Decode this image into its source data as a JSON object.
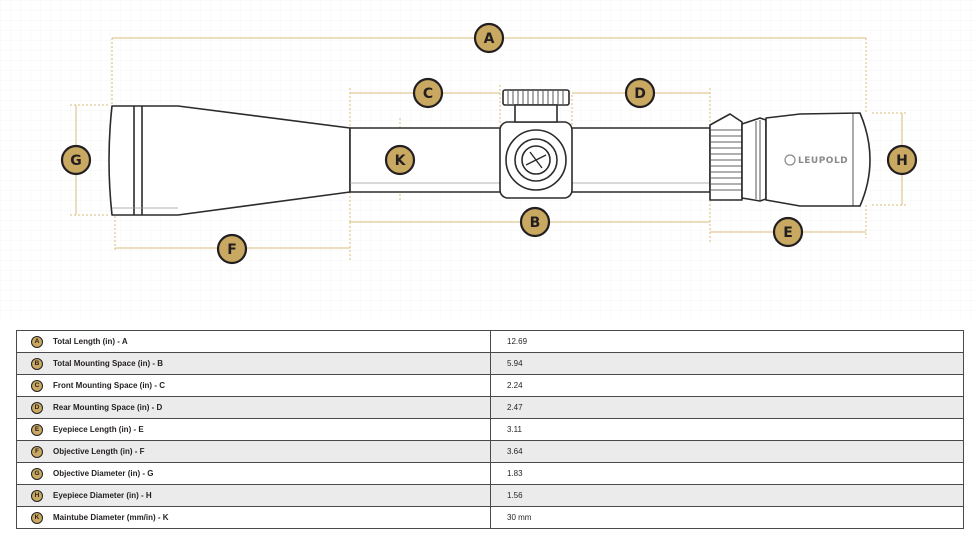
{
  "diagram": {
    "brand": "LEUPOLD",
    "badges": [
      "A",
      "B",
      "C",
      "D",
      "E",
      "F",
      "G",
      "H",
      "K"
    ]
  },
  "colors": {
    "badge_fill": "#c9a862",
    "badge_stroke": "#231f20",
    "dimension_line": "#d8bd7a",
    "scope_outline": "#2b2b2b"
  },
  "table": {
    "rows": [
      {
        "badge": "A",
        "label": "Total Length (in) - A",
        "value": "12.69"
      },
      {
        "badge": "B",
        "label": "Total Mounting Space (in) - B",
        "value": "5.94"
      },
      {
        "badge": "C",
        "label": "Front Mounting Space (in) - C",
        "value": "2.24"
      },
      {
        "badge": "D",
        "label": "Rear Mounting Space (in) - D",
        "value": "2.47"
      },
      {
        "badge": "E",
        "label": "Eyepiece Length (in) - E",
        "value": "3.11"
      },
      {
        "badge": "F",
        "label": "Objective Length (in) - F",
        "value": "3.64"
      },
      {
        "badge": "G",
        "label": "Objective Diameter (in) - G",
        "value": "1.83"
      },
      {
        "badge": "H",
        "label": "Eyepiece Diameter (in) - H",
        "value": "1.56"
      },
      {
        "badge": "K",
        "label": "Maintube Diameter (mm/in) - K",
        "value": "30 mm"
      }
    ]
  }
}
